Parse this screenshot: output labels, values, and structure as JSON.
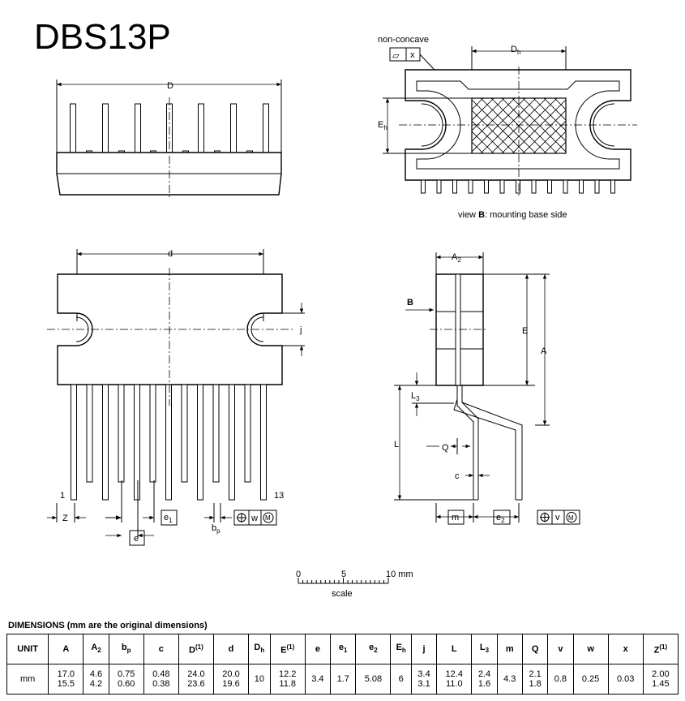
{
  "title": "DBS13P",
  "labels": {
    "D": "D",
    "Dh_main": "D",
    "Dh_sub": "h",
    "Eh_main": "E",
    "Eh_sub": "h",
    "non_concave": "non-concave",
    "tol_symbol": "▱",
    "tol_letter": "x",
    "view_prefix": "view ",
    "view_bold": "B",
    "view_suffix": ": mounting base side",
    "d": "d",
    "j": "j",
    "A2_main": "A",
    "A2_sub": "2",
    "B": "B",
    "E": "E",
    "A": "A",
    "L3_main": "L",
    "L3_sub": "3",
    "L": "L",
    "Q": "Q",
    "c": "c",
    "m": "m",
    "e2_main": "e",
    "e2_sub": "2",
    "v": "v",
    "w": "w",
    "M": "M",
    "pin1": "1",
    "pin13": "13",
    "Z": "Z",
    "e1_main": "e",
    "e1_sub": "1",
    "e": "e",
    "bp_main": "b",
    "bp_sub": "p",
    "scale_0": "0",
    "scale_5": "5",
    "scale_10": "10 mm",
    "scale": "scale"
  },
  "table": {
    "caption": "DIMENSIONS (mm are the original dimensions)",
    "headers": [
      {
        "main": "UNIT",
        "sub": "",
        "sup": ""
      },
      {
        "main": "A",
        "sub": "",
        "sup": ""
      },
      {
        "main": "A",
        "sub": "2",
        "sup": ""
      },
      {
        "main": "b",
        "sub": "p",
        "sup": ""
      },
      {
        "main": "c",
        "sub": "",
        "sup": ""
      },
      {
        "main": "D",
        "sub": "",
        "sup": "(1)"
      },
      {
        "main": "d",
        "sub": "",
        "sup": ""
      },
      {
        "main": "D",
        "sub": "h",
        "sup": ""
      },
      {
        "main": "E",
        "sub": "",
        "sup": "(1)"
      },
      {
        "main": "e",
        "sub": "",
        "sup": ""
      },
      {
        "main": "e",
        "sub": "1",
        "sup": ""
      },
      {
        "main": "e",
        "sub": "2",
        "sup": ""
      },
      {
        "main": "E",
        "sub": "h",
        "sup": ""
      },
      {
        "main": "j",
        "sub": "",
        "sup": ""
      },
      {
        "main": "L",
        "sub": "",
        "sup": ""
      },
      {
        "main": "L",
        "sub": "3",
        "sup": ""
      },
      {
        "main": "m",
        "sub": "",
        "sup": ""
      },
      {
        "main": "Q",
        "sub": "",
        "sup": ""
      },
      {
        "main": "v",
        "sub": "",
        "sup": ""
      },
      {
        "main": "w",
        "sub": "",
        "sup": ""
      },
      {
        "main": "x",
        "sub": "",
        "sup": ""
      },
      {
        "main": "Z",
        "sub": "",
        "sup": "(1)"
      }
    ],
    "row": [
      [
        "mm"
      ],
      [
        "17.0",
        "15.5"
      ],
      [
        "4.6",
        "4.2"
      ],
      [
        "0.75",
        "0.60"
      ],
      [
        "0.48",
        "0.38"
      ],
      [
        "24.0",
        "23.6"
      ],
      [
        "20.0",
        "19.6"
      ],
      [
        "10"
      ],
      [
        "12.2",
        "11.8"
      ],
      [
        "3.4"
      ],
      [
        "1.7"
      ],
      [
        "5.08"
      ],
      [
        "6"
      ],
      [
        "3.4",
        "3.1"
      ],
      [
        "12.4",
        "11.0"
      ],
      [
        "2.4",
        "1.6"
      ],
      [
        "4.3"
      ],
      [
        "2.1",
        "1.8"
      ],
      [
        "0.8"
      ],
      [
        "0.25"
      ],
      [
        "0.03"
      ],
      [
        "2.00",
        "1.45"
      ]
    ]
  }
}
